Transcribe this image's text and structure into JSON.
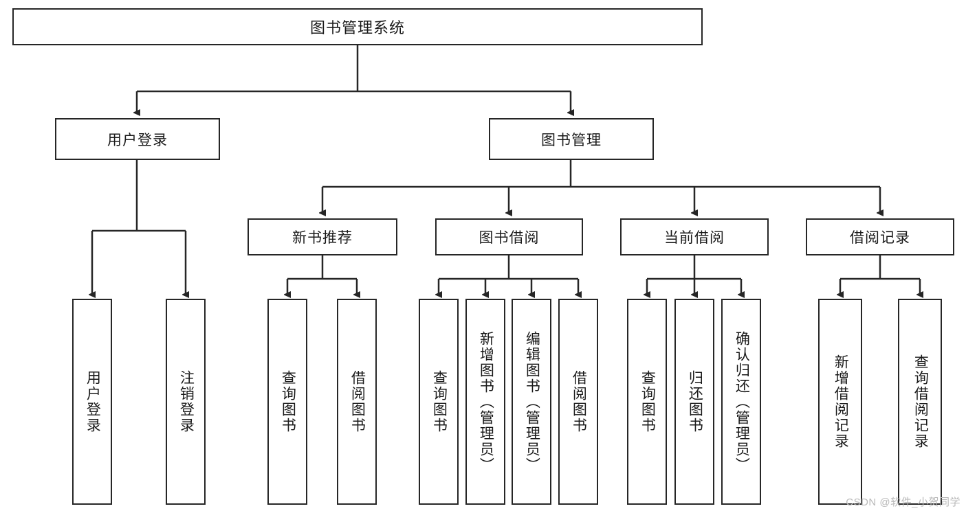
{
  "diagram": {
    "title": "图书管理系统",
    "watermark": "CSDN @软件_小贺同学",
    "colors": {
      "box_border": "#262626",
      "box_fill": "#ffffff",
      "connector": "#262626",
      "text": "#1a1a1a",
      "watermark": "#b9b9b9"
    },
    "nodes": {
      "root": {
        "label": "图书管理系统"
      },
      "level2": [
        {
          "id": "user-login",
          "label": "用户登录"
        },
        {
          "id": "book-manage",
          "label": "图书管理"
        }
      ],
      "level3": [
        {
          "id": "new-book-recommend",
          "label": "新书推荐"
        },
        {
          "id": "book-borrow",
          "label": "图书借阅"
        },
        {
          "id": "current-borrow",
          "label": "当前借阅"
        },
        {
          "id": "borrow-record",
          "label": "借阅记录"
        }
      ],
      "leaves": {
        "user_login": [
          {
            "id": "leaf-user-login",
            "label": "用户登录"
          },
          {
            "id": "leaf-user-logout",
            "label": "注销登录"
          }
        ],
        "new_book_recommend": [
          {
            "id": "leaf-query-book-1",
            "label": "查询图书"
          },
          {
            "id": "leaf-borrow-book-1",
            "label": "借阅图书"
          }
        ],
        "book_borrow": [
          {
            "id": "leaf-query-book-2",
            "label": "查询图书"
          },
          {
            "id": "leaf-add-book",
            "label": "新增图书（管理员）"
          },
          {
            "id": "leaf-edit-book",
            "label": "编辑图书（管理员）"
          },
          {
            "id": "leaf-borrow-book-2",
            "label": "借阅图书"
          }
        ],
        "current_borrow": [
          {
            "id": "leaf-query-book-3",
            "label": "查询图书"
          },
          {
            "id": "leaf-return-book",
            "label": "归还图书"
          },
          {
            "id": "leaf-confirm-return",
            "label": "确认归还（管理员）"
          }
        ],
        "borrow_record": [
          {
            "id": "leaf-add-record",
            "label": "新增借阅记录"
          },
          {
            "id": "leaf-query-record",
            "label": "查询借阅记录"
          }
        ]
      }
    }
  }
}
